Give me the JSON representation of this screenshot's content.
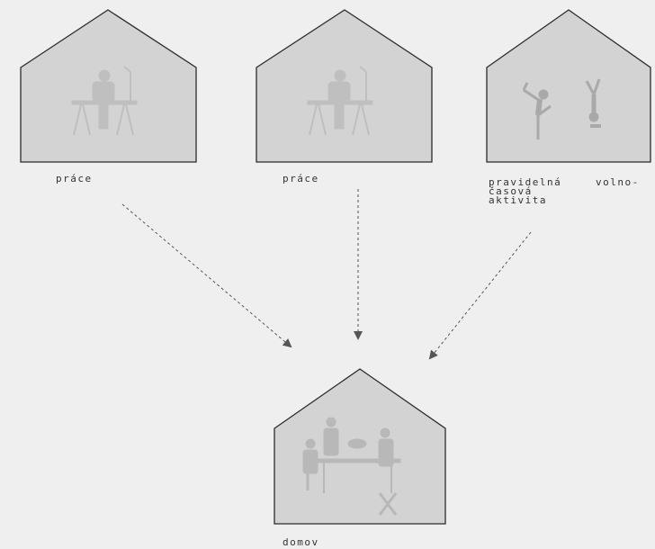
{
  "houses": [
    {
      "id": "work1",
      "caption": "práce",
      "scene": "person at desk with laptop and lamp"
    },
    {
      "id": "work2",
      "caption": "práce",
      "scene": "person at desk with laptop and lamp"
    },
    {
      "id": "leisure",
      "caption_parts": [
        "pravidelná",
        "volno-",
        "časová",
        "aktivita"
      ],
      "scene": "two yoga poses"
    },
    {
      "id": "home",
      "caption": "domov",
      "scene": "family around dining table"
    }
  ],
  "colors": {
    "background": "#efefef",
    "house_fill": "#d3d3d3",
    "outline": "#2b2b2b",
    "arrow": "#555555"
  }
}
